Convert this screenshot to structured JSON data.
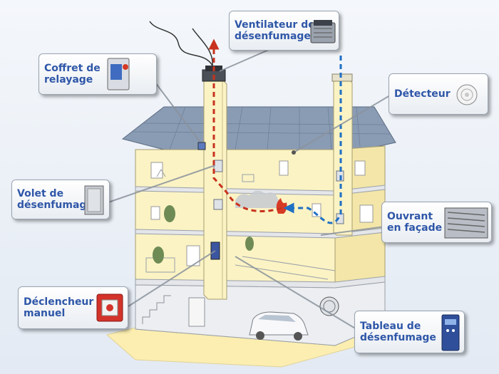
{
  "callouts": {
    "ventilateur": {
      "line1": "Ventilateur de",
      "line2": "désenfumage",
      "icon": "roof-fan-icon"
    },
    "coffret": {
      "line1": "Coffret de",
      "line2": "relayage",
      "icon": "relay-box-icon"
    },
    "detecteur": {
      "line1": "Détecteur",
      "icon": "smoke-detector-icon"
    },
    "volet": {
      "line1": "Volet de",
      "line2": "désenfumage",
      "icon": "damper-panel-icon"
    },
    "ouvrant": {
      "line1": "Ouvrant",
      "line2": "en façade",
      "icon": "facade-vent-icon"
    },
    "declencheur": {
      "line1": "Déclencheur",
      "line2": "manuel",
      "icon": "manual-call-point-icon"
    },
    "tableau": {
      "line1": "Tableau de",
      "line2": "désenfumage",
      "icon": "control-panel-icon"
    }
  },
  "colors": {
    "label": "#2f57a8",
    "smoke_flow": "#c8321e",
    "fresh_air_flow": "#1f6fc4",
    "wall": "#fbf3c4",
    "roof": "#8a9cb4"
  }
}
